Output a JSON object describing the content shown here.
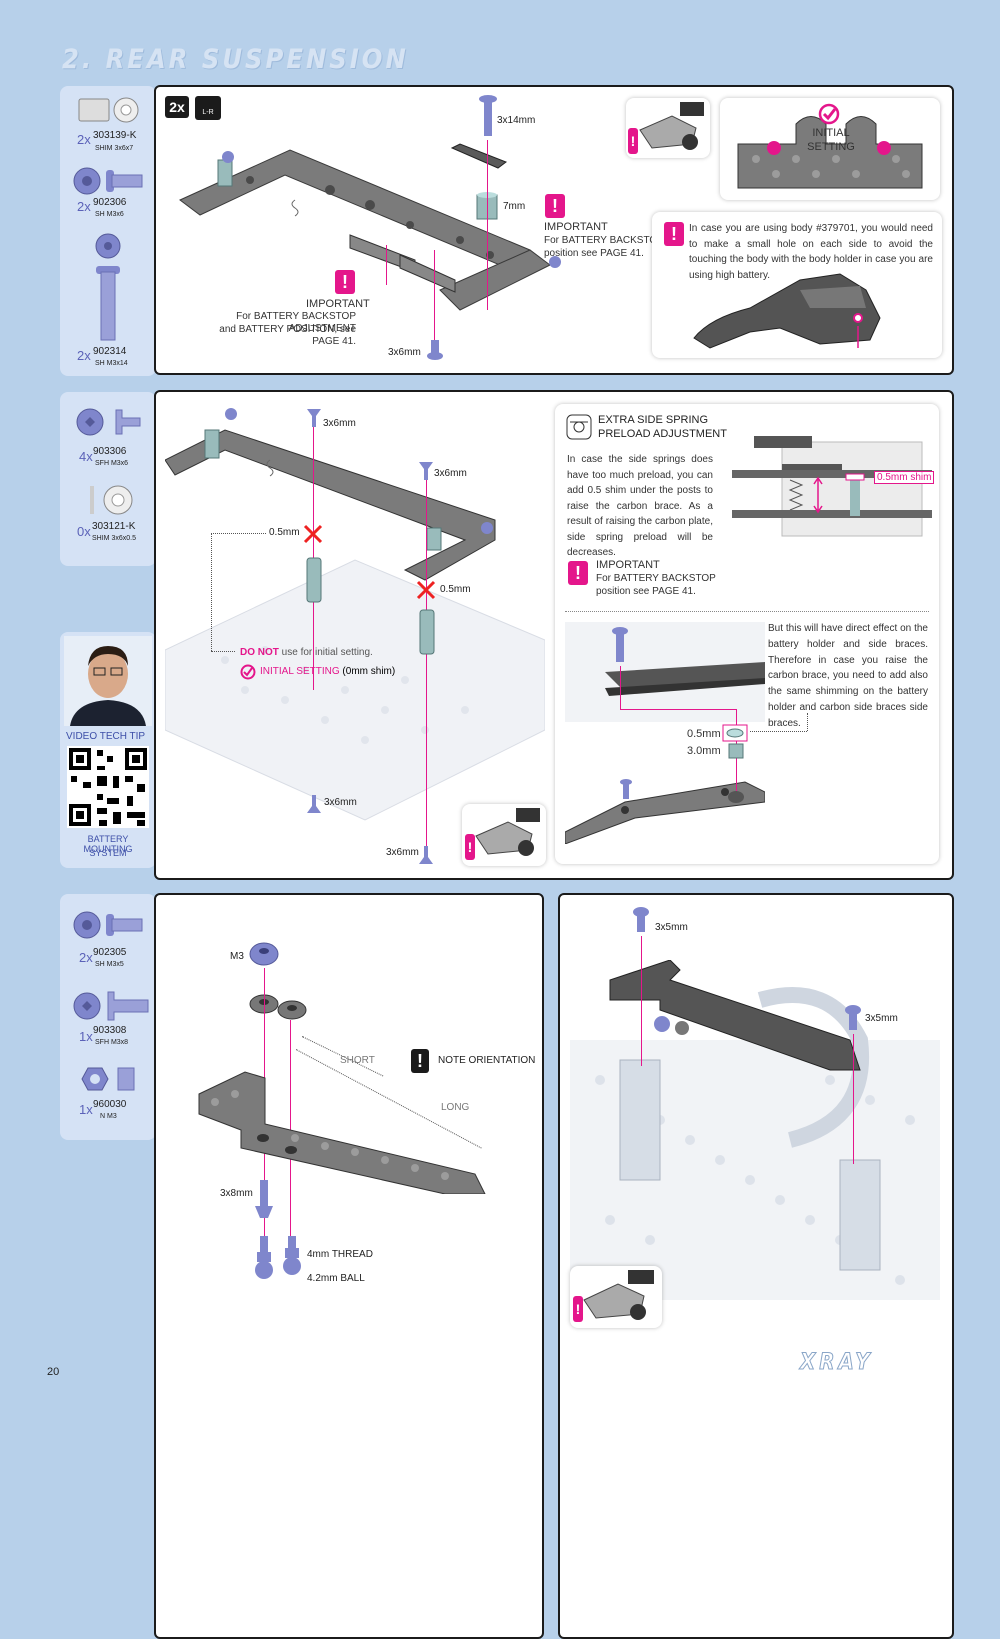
{
  "page": {
    "title": "2. REAR SUSPENSION",
    "page_number": "20",
    "brand": "XRAY"
  },
  "colors": {
    "accent": "#e4168b",
    "background": "#b7d0ea",
    "parts_bg": "#d5e2f5",
    "part_metal": "#7f86cc"
  },
  "step1": {
    "parts": [
      {
        "qty": "2x",
        "num": "303139-K",
        "name": "SHIM 3x6x7"
      },
      {
        "qty": "2x",
        "num": "902306",
        "name": "SH M3x6"
      },
      {
        "qty": "2x",
        "num": "902314",
        "name": "SH M3x14"
      }
    ],
    "badge_qty": "2x",
    "badge_lr": "L-R",
    "labels": {
      "screw_top": "3x14mm",
      "spacer": "7mm",
      "screw_bottom": "3x6mm"
    },
    "important1": {
      "heading": "IMPORTANT",
      "text1": "For BATTERY BACKSTOP",
      "text2": "position see PAGE 41."
    },
    "important2": {
      "heading": "IMPORTANT",
      "text1": "For BATTERY BACKSTOP ADJUSTMENT",
      "text2": "and BATTERY POSITION, see PAGE 41."
    },
    "initial_setting": {
      "line1": "INITIAL",
      "line2": "SETTING"
    },
    "body_note": "In case you are using body #379701, you would need to make a small hole on each side to avoid the touching the body with the body holder in case you are using high battery."
  },
  "step2": {
    "parts": [
      {
        "qty": "4x",
        "num": "903306",
        "name": "SFH M3x6"
      },
      {
        "qty": "0x",
        "num": "303121-K",
        "name": "SHIM 3x6x0.5"
      }
    ],
    "labels": {
      "screw1": "3x6mm",
      "screw2": "3x6mm",
      "shim1": "0.5mm",
      "shim2": "0.5mm",
      "screw3": "3x6mm",
      "screw4": "3x6mm"
    },
    "do_not": {
      "bold": "DO NOT",
      "rest": "use for initial setting."
    },
    "initial": {
      "bold": "INITIAL SETTING",
      "rest": "(0mm shim)"
    },
    "extra": {
      "title1": "EXTRA SIDE SPRING",
      "title2": "PRELOAD ADJUSTMENT",
      "text": "In case the side springs does have too much preload, you can add 0.5 shim under the posts to raise the carbon brace. As a result of raising the carbon plate, side spring preload will be decreases.",
      "shim_label": "0.5mm shim",
      "important_heading": "IMPORTANT",
      "important_text1": "For BATTERY BACKSTOP",
      "important_text2": "position see PAGE 41.",
      "text2": "But this will have direct effect on the battery holder and side braces. Therefore in case you raise the carbon brace, you need to add also the same shimming on the battery holder and carbon side braces side braces.",
      "label_a": "0.5mm",
      "label_b": "3.0mm"
    },
    "video": {
      "label": "VIDEO TECH TIP",
      "line1": "BATTERY MOUNTING",
      "line2": "SYSTEM"
    }
  },
  "step3": {
    "parts": [
      {
        "qty": "2x",
        "num": "902305",
        "name": "SH M3x5"
      },
      {
        "qty": "1x",
        "num": "903308",
        "name": "SFH M3x8"
      },
      {
        "qty": "1x",
        "num": "960030",
        "name": "N M3"
      }
    ],
    "labels": {
      "nut": "M3",
      "short": "SHORT",
      "long": "LONG",
      "note": "NOTE ORIENTATION",
      "screw": "3x8mm",
      "thread": "4mm THREAD",
      "ball": "4.2mm BALL"
    }
  },
  "step4": {
    "labels": {
      "screw1": "3x5mm",
      "screw2": "3x5mm"
    }
  }
}
